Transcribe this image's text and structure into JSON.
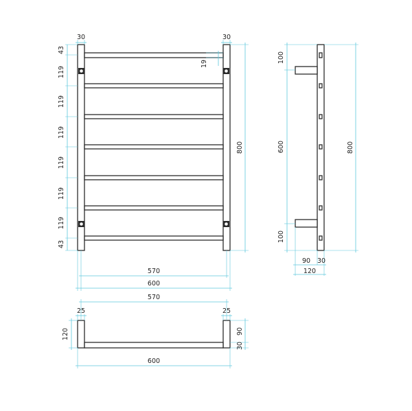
{
  "colors": {
    "outline": "#2b2b2b",
    "dimension_line": "#5ec8dc",
    "text": "#222222",
    "background": "#ffffff"
  },
  "front_view": {
    "top_left_rail_width": "30",
    "top_right_rail_width": "30",
    "top_offset": "43",
    "bar_spacing": [
      "119",
      "119",
      "119",
      "119",
      "119",
      "119"
    ],
    "bottom_offset": "43",
    "bar_thickness": "19",
    "total_height": "800",
    "inner_width": "570",
    "total_width": "600"
  },
  "side_view": {
    "top_bracket_offset": "100",
    "bracket_spacing": "600",
    "bottom_bracket_offset": "100",
    "total_height": "800",
    "standoff": "90",
    "rail_depth": "30",
    "total_depth": "120"
  },
  "top_view": {
    "inner_width": "570",
    "left_post": "25",
    "right_post": "25",
    "total_depth": "120",
    "standoff": "90",
    "rail_depth": "30",
    "total_width": "600"
  }
}
